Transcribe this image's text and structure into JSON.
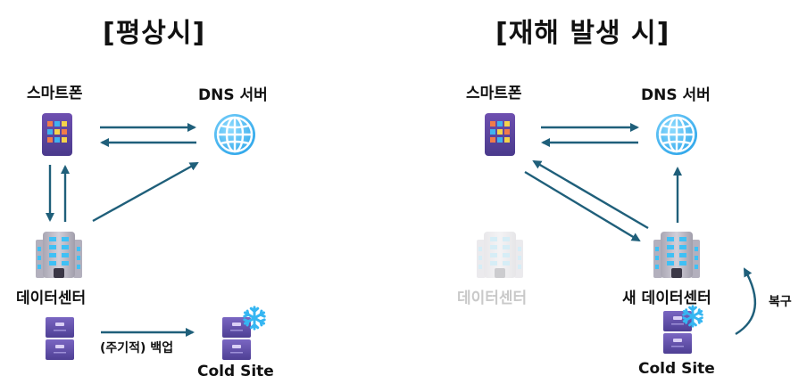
{
  "colors": {
    "arrow": "#1f5f7a",
    "phone_body": "#5a3f98",
    "globe": "#4fc3f7",
    "building": "#b9b6c4",
    "cabinet": "#6b58b3",
    "snowflake": "#35b6f2"
  },
  "normal": {
    "title": "[평상시]",
    "smartphone_label": "스마트폰",
    "dns_label": "DNS 서버",
    "datacenter_label": "데이터센터",
    "backup_label": "(주기적) 백업",
    "coldsite_label": "Cold Site",
    "icons": [
      "smartphone-icon",
      "globe-icon",
      "building-icon",
      "file-cabinet-icon",
      "snowflake-icon"
    ]
  },
  "disaster": {
    "title": "[재해 발생 시]",
    "smartphone_label": "스마트폰",
    "dns_label": "DNS 서버",
    "old_datacenter_label": "데이터센터",
    "new_datacenter_label": "새 데이터센터",
    "recovery_label": "복구",
    "coldsite_label": "Cold Site",
    "icons": [
      "smartphone-icon",
      "globe-icon",
      "building-icon",
      "file-cabinet-icon",
      "snowflake-icon"
    ]
  }
}
